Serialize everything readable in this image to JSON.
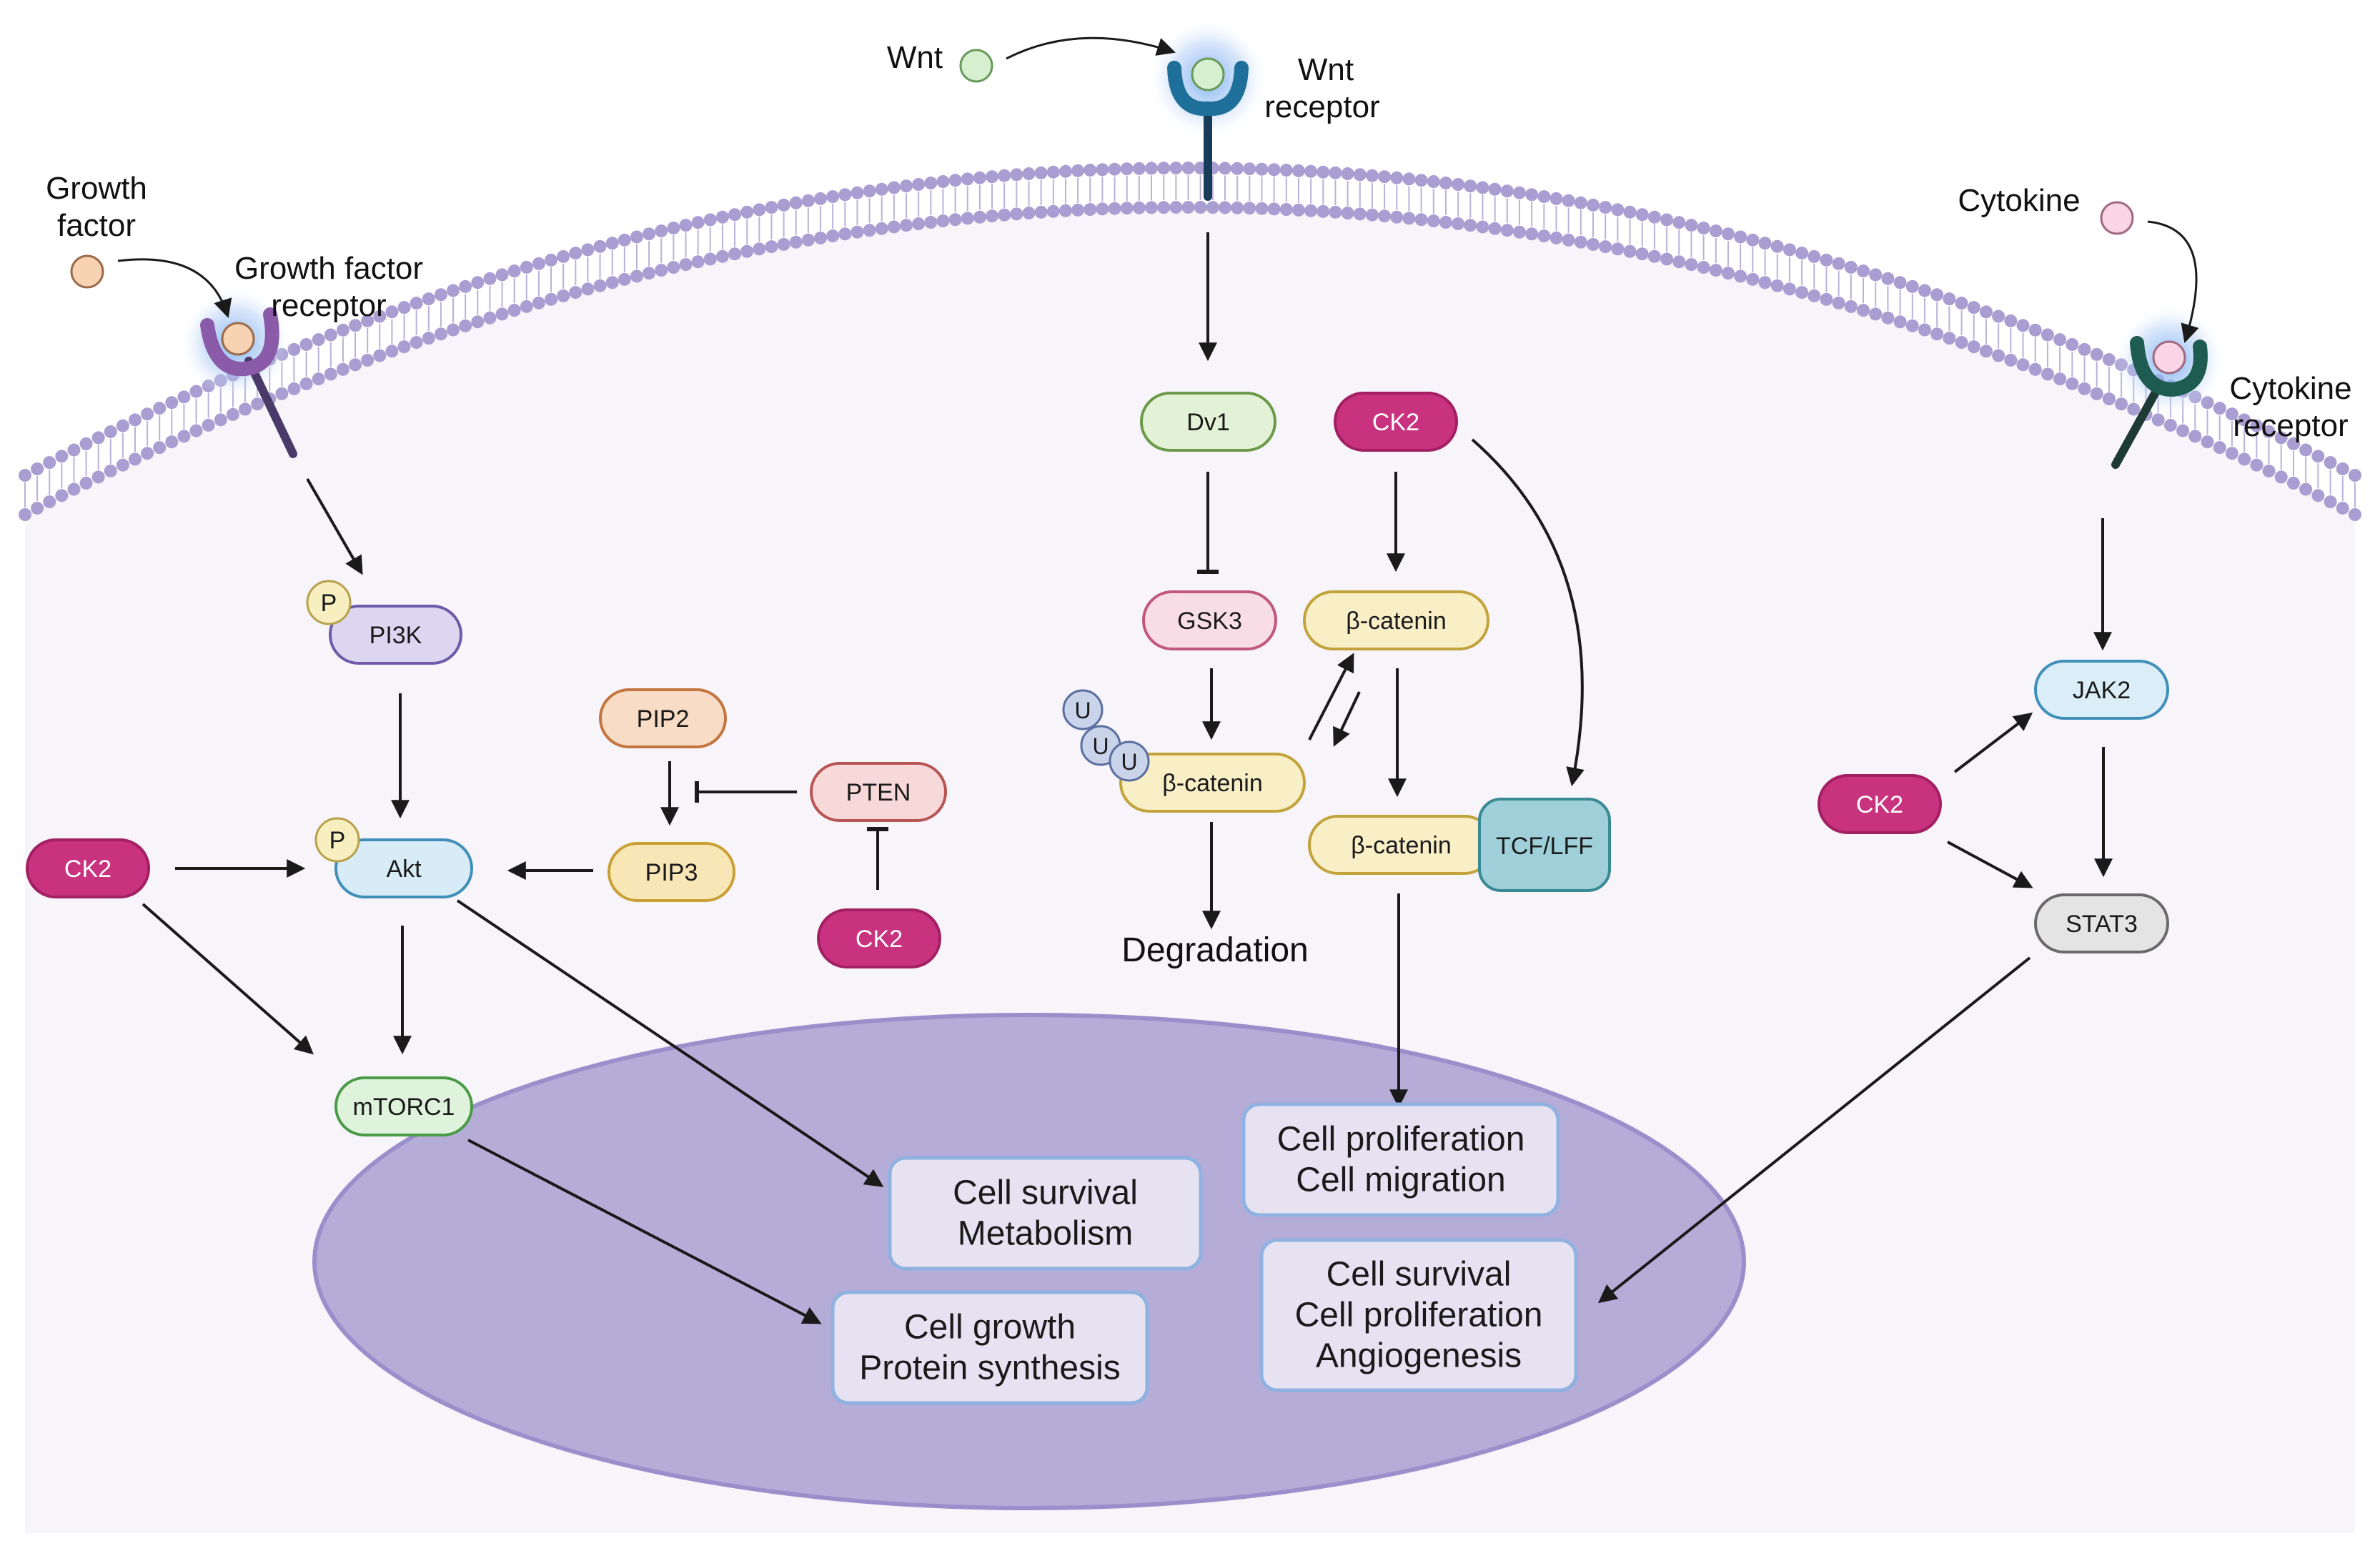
{
  "labels": {
    "growth_factor": [
      "Growth",
      "factor"
    ],
    "growth_factor_receptor": [
      "Growth factor",
      "receptor"
    ],
    "wnt": "Wnt",
    "wnt_receptor": [
      "Wnt",
      "receptor"
    ],
    "cytokine": "Cytokine",
    "cytokine_receptor": [
      "Cytokine",
      "receptor"
    ],
    "degradation": "Degradation"
  },
  "nodes": {
    "p_badge": "P",
    "pi3k": "PI3K",
    "akt": "Akt",
    "ck2": "CK2",
    "mtorc1": "mTORC1",
    "pip2": "PIP2",
    "pip3": "PIP3",
    "pten": "PTEN",
    "dv1": "Dv1",
    "gsk3": "GSK3",
    "ub": "U",
    "beta_catenin": "β-catenin",
    "tcf_lff": "TCF/LFF",
    "jak2": "JAK2",
    "stat3": "STAT3"
  },
  "outcomes": {
    "survival_metabolism": [
      "Cell survival",
      "Metabolism"
    ],
    "growth_protein": [
      "Cell growth",
      "Protein synthesis"
    ],
    "proliferation_migration": [
      "Cell proliferation",
      "Cell migration"
    ],
    "survival_prolif_angio": [
      "Cell survival",
      "Cell proliferation",
      "Angiogenesis"
    ]
  },
  "colors": {
    "ck2_fill": "#c8327e",
    "membrane": "#a99ed1",
    "nucleus": "#b6acd8",
    "cell_bg": "#f7f4fa",
    "gf_ligand": "#f7d3b3",
    "wnt_ligand": "#d6efcf",
    "cytokine_ligand": "#f9d5e5",
    "gf_receptor": "#8a5ba8",
    "wnt_receptor": "#1e6f9a",
    "cytokine_receptor": "#1e5b50"
  }
}
